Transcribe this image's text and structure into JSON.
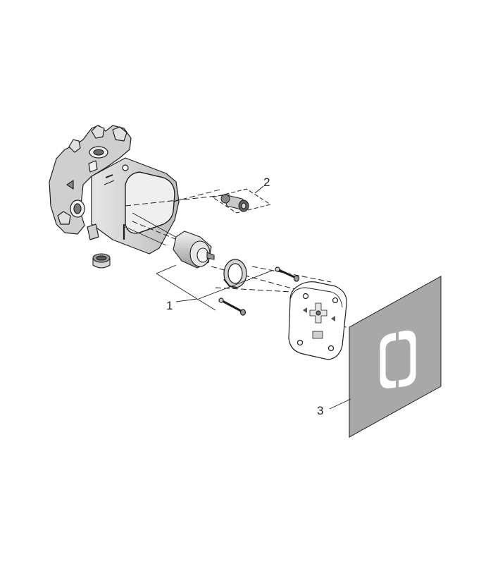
{
  "callouts": {
    "part1": "1",
    "part2": "2",
    "part3": "3"
  },
  "colors": {
    "line": "#1e1e1e",
    "body_fill": "#d9d9d9",
    "body_shade": "#b3b3b3",
    "cover_front": "#ffffff",
    "seal_sheet": "#a6a6a6"
  }
}
